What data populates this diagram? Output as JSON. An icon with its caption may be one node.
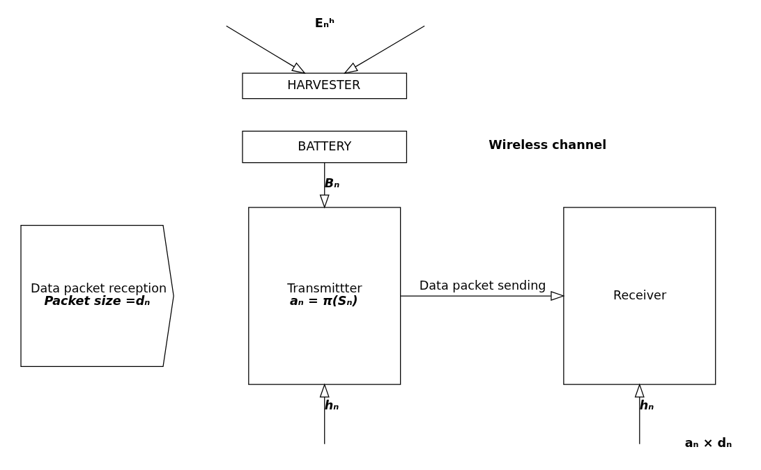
{
  "diagram": {
    "nodes": [
      {
        "text": [
          "HARVESTER"
        ]
      },
      {
        "text": [
          "BATTERY"
        ]
      },
      {
        "text": [
          "Data packet reception",
          "Packet size =dₙ"
        ]
      },
      {
        "text": [
          "Transmittter",
          "aₙ = π(Sₙ)"
        ]
      },
      {
        "text": [
          "Receiver"
        ]
      }
    ],
    "edges": [
      {
        "from": null,
        "to": 0,
        "arrow": "to"
      },
      {
        "from": null,
        "to": 0,
        "arrow": "to"
      },
      {
        "from": 1,
        "to": 3,
        "arrow": "to",
        "label": "Bₙ"
      },
      {
        "from": 3,
        "to": 4,
        "arrow": "to",
        "label": "Data packet sending"
      },
      {
        "from": null,
        "to": 3,
        "arrow": "to",
        "label": "hₙ"
      },
      {
        "from": null,
        "to": 4,
        "arrow": "to",
        "label": "hₙ"
      }
    ],
    "labels": [
      "Eₙʰ",
      "Wireless channel",
      "aₙ × dₙ"
    ]
  }
}
